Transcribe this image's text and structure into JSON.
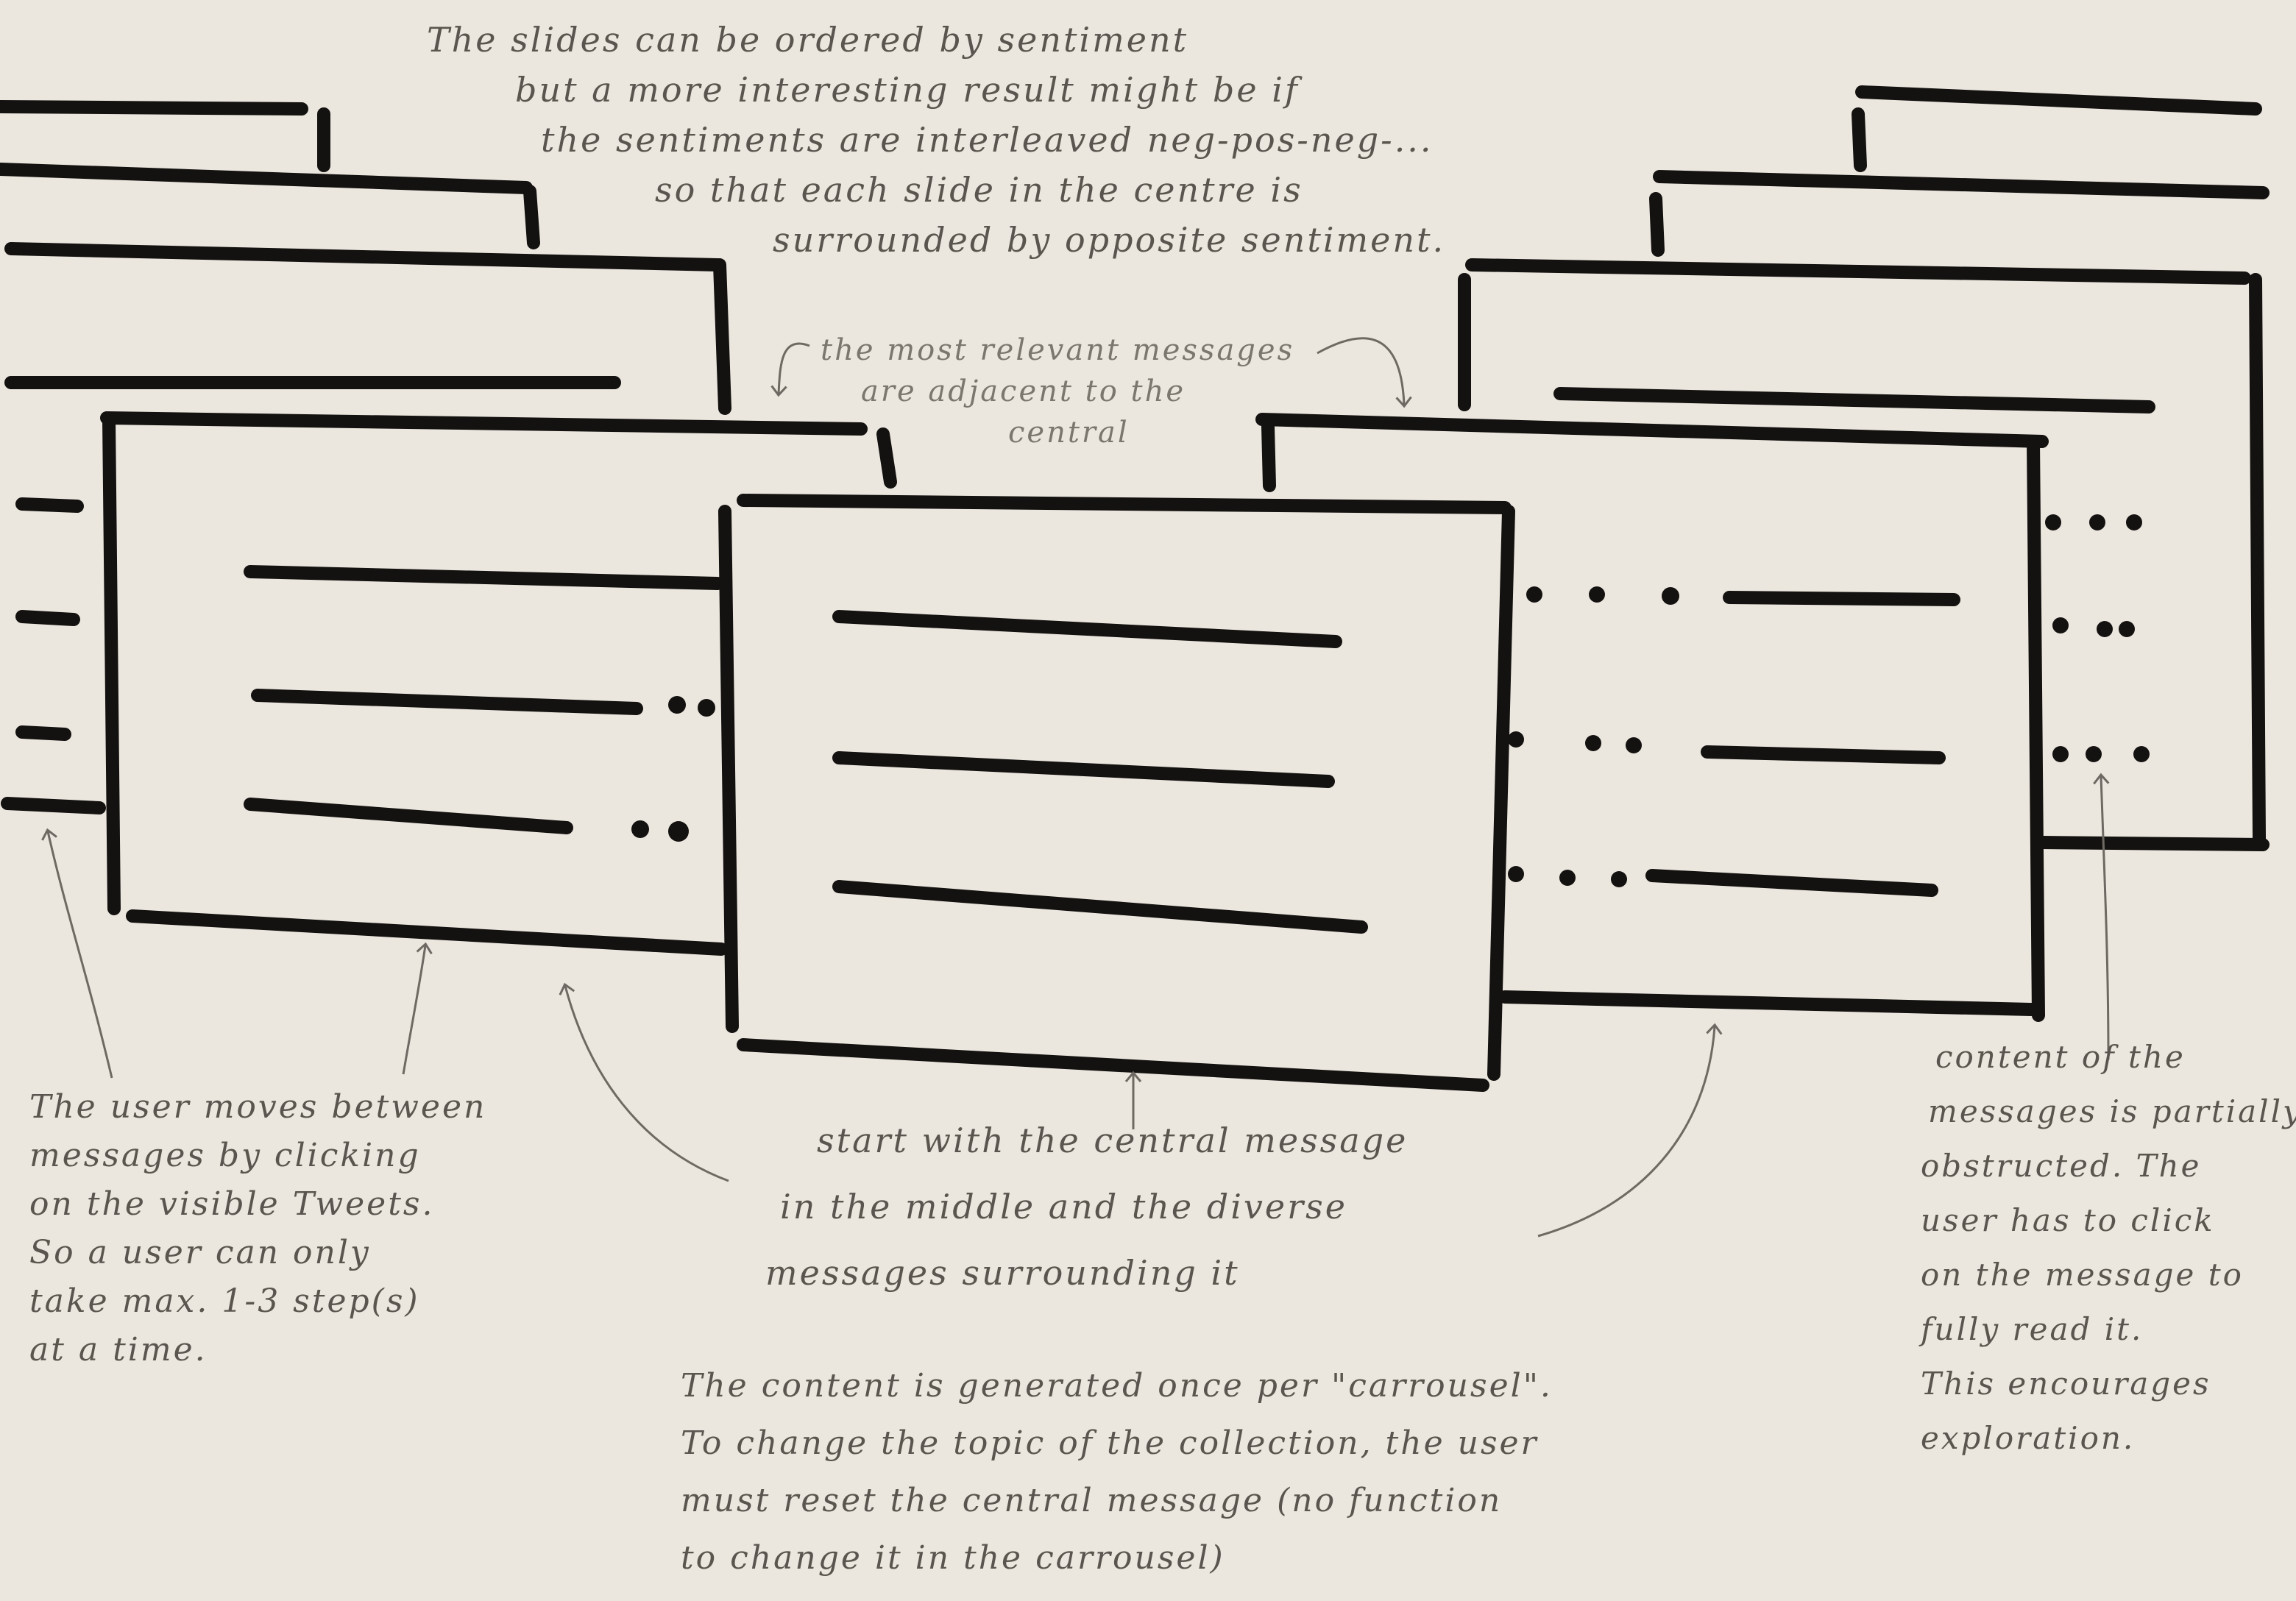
{
  "colors": {
    "paper": "#ebe7de",
    "ink": "#141210",
    "pencil": "#5a564f",
    "pencil_light": "#7b776f"
  },
  "annotations": {
    "top": [
      "The slides can be ordered by sentiment",
      "but a more interesting result might be if",
      "the sentiments are interleaved neg-pos-neg-...",
      "so that each slide in the centre is",
      "surrounded by opposite sentiment."
    ],
    "relevant": [
      "the most relevant messages",
      "are adjacent to the",
      "central"
    ],
    "left": [
      "The user moves between",
      "messages by clicking",
      "on the visible Tweets.",
      "So a user can only",
      "take max. 1-3 step(s)",
      "at a time."
    ],
    "center": [
      "start with the central message",
      "in the middle and the diverse",
      "messages surrounding it"
    ],
    "bottom": [
      "The content is generated once per \"carrousel\".",
      "To change the topic of the collection, the user",
      "must reset the central message (no function",
      "to change it in the carrousel)"
    ],
    "right": [
      "content of the",
      "messages is partially",
      "obstructed. The",
      "user has to click",
      "on the message to",
      "fully read it.",
      "This encourages",
      "exploration."
    ]
  }
}
